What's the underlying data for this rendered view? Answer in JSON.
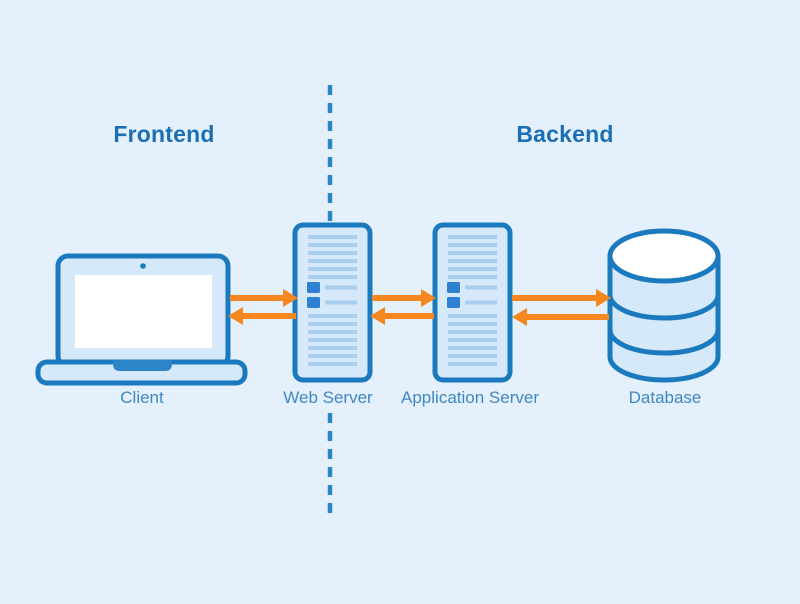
{
  "diagram": {
    "headings": {
      "frontend": "Frontend",
      "backend": "Backend"
    },
    "nodes": [
      {
        "id": "client",
        "label": "Client",
        "icon": "laptop-icon",
        "zone": "frontend"
      },
      {
        "id": "web-server",
        "label": "Web Server",
        "icon": "server-tower-icon",
        "zone": "backend"
      },
      {
        "id": "application-server",
        "label": "Application Server",
        "icon": "server-tower-icon",
        "zone": "backend"
      },
      {
        "id": "database",
        "label": "Database",
        "icon": "database-cylinder-icon",
        "zone": "backend"
      }
    ],
    "connections": [
      {
        "from": "client",
        "to": "web-server",
        "bidirectional": true
      },
      {
        "from": "web-server",
        "to": "application-server",
        "bidirectional": true
      },
      {
        "from": "application-server",
        "to": "database",
        "bidirectional": true
      }
    ],
    "colors": {
      "background": "#e4f0fb",
      "outline": "#1b7abe",
      "fill_light": "#d6e9fa",
      "stripe": "#a9ceee",
      "accent_square": "#2e80d0",
      "arrow": "#f6871f",
      "heading_text": "#1a6fb5",
      "label_text": "#4187c0",
      "divider": "#2c85c6",
      "screen_white": "#ffffff"
    }
  }
}
